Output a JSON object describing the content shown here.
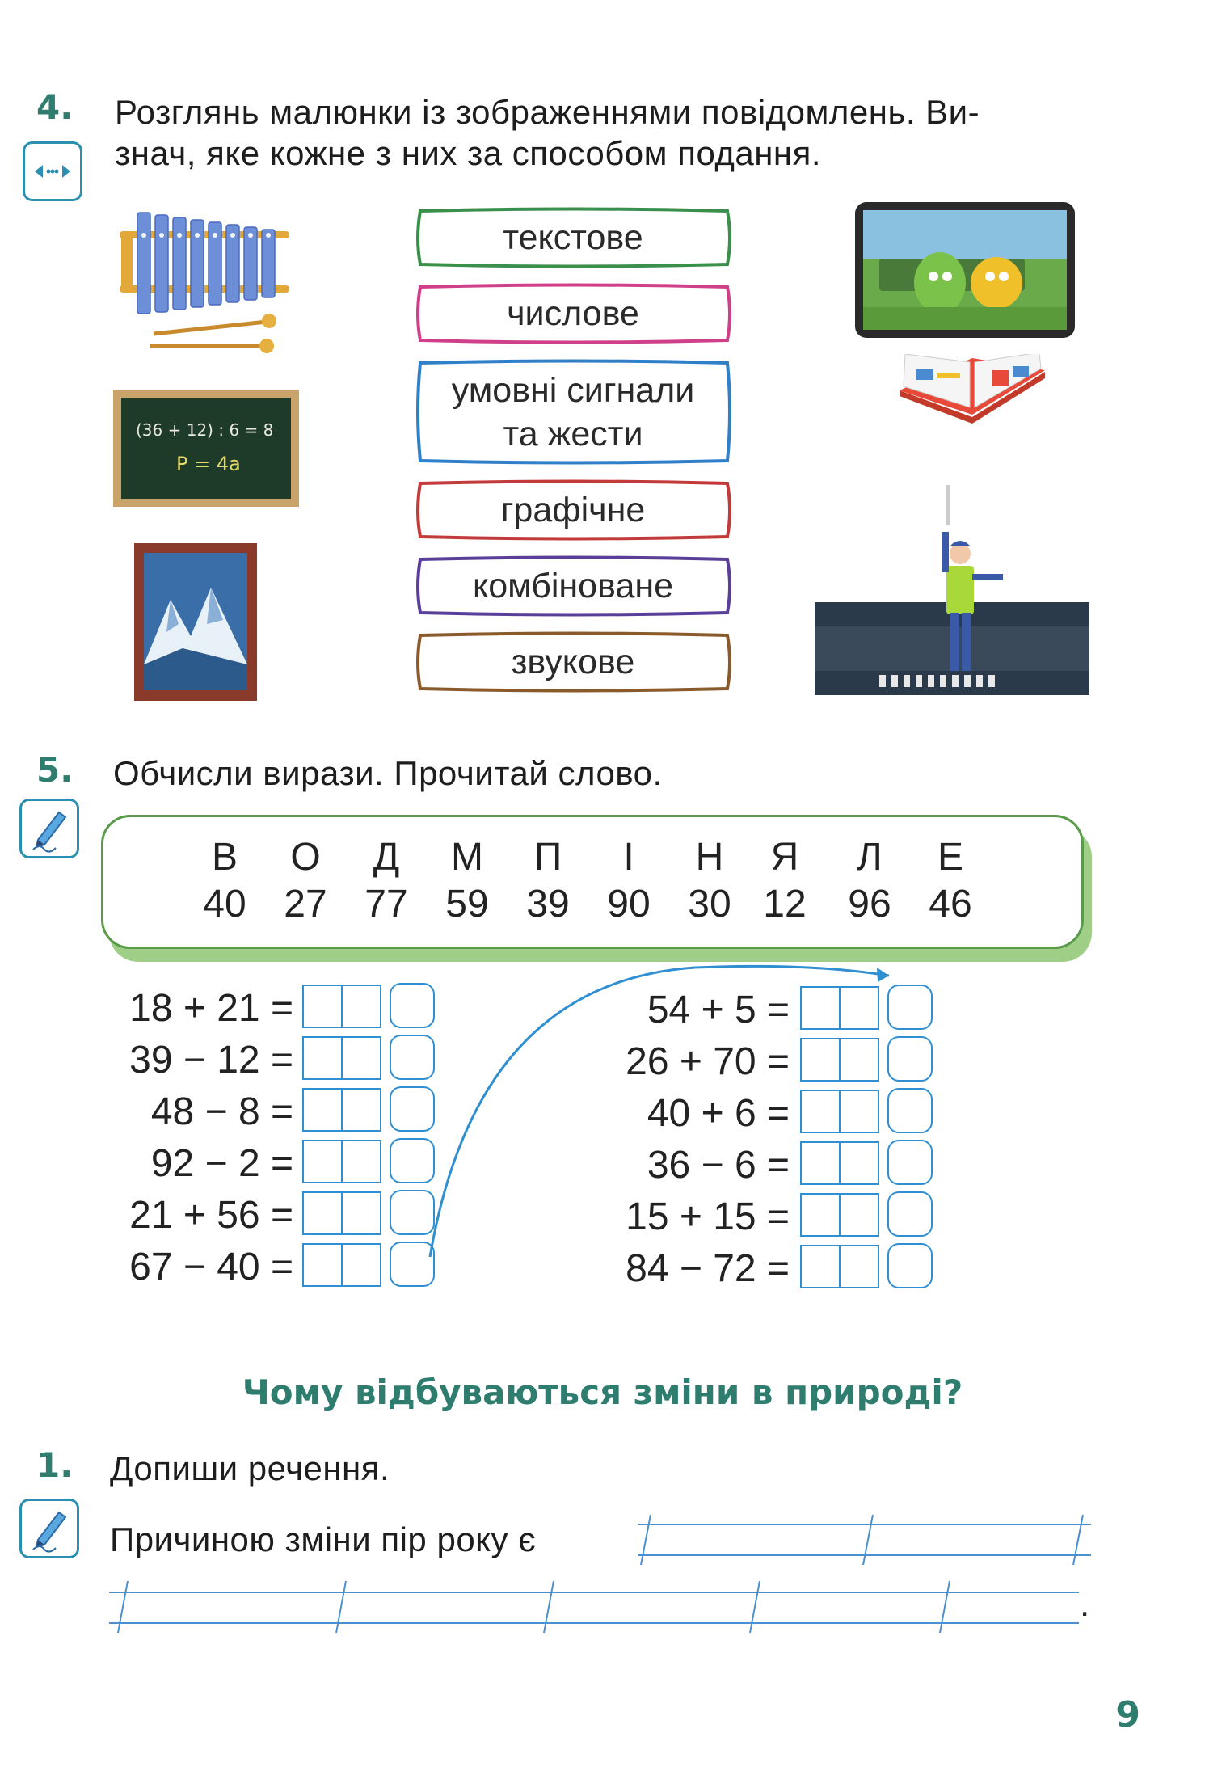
{
  "task4": {
    "number": "4.",
    "text_line1": "Розглянь малюнки із зображеннями повідомлень. Ви-",
    "text_line2": "знач, яке кожне з них за способом подання.",
    "icon": "double-arrow-icon",
    "answers": [
      {
        "label": "текстове",
        "color": "#3a8f4a"
      },
      {
        "label": "числове",
        "color": "#d0408a"
      },
      {
        "label": "умовні сигнали та жести",
        "line1": "умовні сигнали",
        "line2": "та жести",
        "color": "#2f7fc9"
      },
      {
        "label": "графічне",
        "color": "#c23a3a"
      },
      {
        "label": "комбіноване",
        "color": "#5a3f9a"
      },
      {
        "label": "звукове",
        "color": "#8a5a2a"
      }
    ],
    "blackboard_line1": "(36 + 12) : 6 = 8",
    "blackboard_line2": "P = 4a"
  },
  "task5": {
    "number": "5.",
    "text": "Обчисли вирази. Прочитай слово.",
    "icon": "pencil-icon",
    "key": [
      {
        "letter": "В",
        "number": "40"
      },
      {
        "letter": "О",
        "number": "27"
      },
      {
        "letter": "Д",
        "number": "77"
      },
      {
        "letter": "М",
        "number": "59"
      },
      {
        "letter": "П",
        "number": "39"
      },
      {
        "letter": "І",
        "number": "90"
      },
      {
        "letter": "Н",
        "number": "30"
      },
      {
        "letter": "Я",
        "number": "12"
      },
      {
        "letter": "Л",
        "number": "96"
      },
      {
        "letter": "Е",
        "number": "46"
      }
    ],
    "left_expressions": [
      "18 + 21 =",
      "39 − 12 =",
      "48 − 8 =",
      "92 − 2 =",
      "21 + 56 =",
      "67 − 40 ="
    ],
    "right_expressions": [
      "54 + 5 =",
      "26 + 70 =",
      "40 + 6 =",
      "36 − 6 =",
      "15 + 15 =",
      "84 − 72 ="
    ]
  },
  "section": {
    "title": "Чому відбуваються зміни в природі?"
  },
  "task1": {
    "number": "1.",
    "text": "Допиши речення.",
    "icon": "pencil-icon",
    "sentence": "Причиною зміни пір року є",
    "end_mark": "."
  },
  "page_number": "9",
  "colors": {
    "task_number": "#2f7d6e",
    "accent_blue": "#2f8fd0",
    "panel_green": "#5a9a4a"
  }
}
